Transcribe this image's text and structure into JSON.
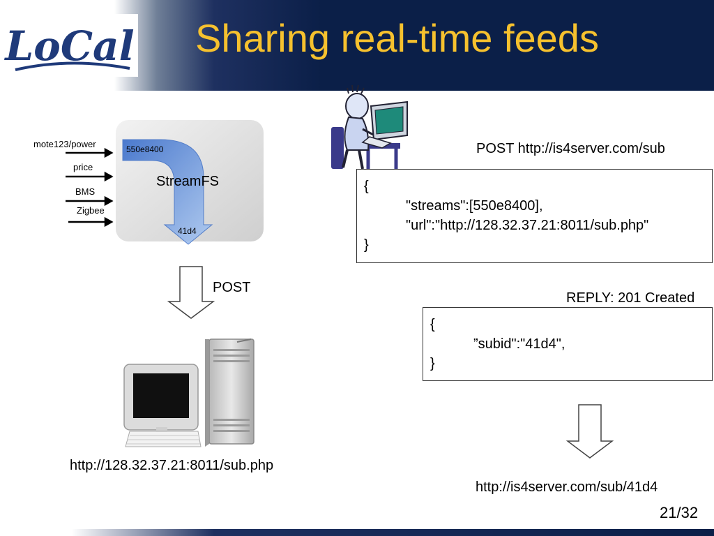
{
  "slide": {
    "title": "Sharing real-time feeds",
    "logo_text": "LoCal",
    "page_number": "21/32"
  },
  "streamfs": {
    "box_label": "StreamFS",
    "inputs": [
      "mote123/power",
      "price",
      "BMS",
      "Zigbee"
    ],
    "arrow_start_label": "550e8400",
    "arrow_end_label": "41d4"
  },
  "left_flow": {
    "post_label": "POST",
    "client_url": "http://128.32.37.21:8011/sub.php"
  },
  "request": {
    "heading": "POST http://is4server.com/sub",
    "lines": [
      "{",
      "\"streams\":[550e8400],",
      "\"url\":\"http://128.32.37.21:8011/sub.php\"",
      "}"
    ]
  },
  "reply": {
    "heading": "REPLY: 201 Created",
    "lines": [
      "{",
      "”subid\":\"41d4\",",
      "}"
    ]
  },
  "right_flow": {
    "result_url": "http://is4server.com/sub/41d4"
  },
  "colors": {
    "title": "#f6c12e",
    "header_bg": "#0b1f48",
    "logo_blue": "#1f3a7a",
    "arrow_blue": "#5a8fe0"
  }
}
